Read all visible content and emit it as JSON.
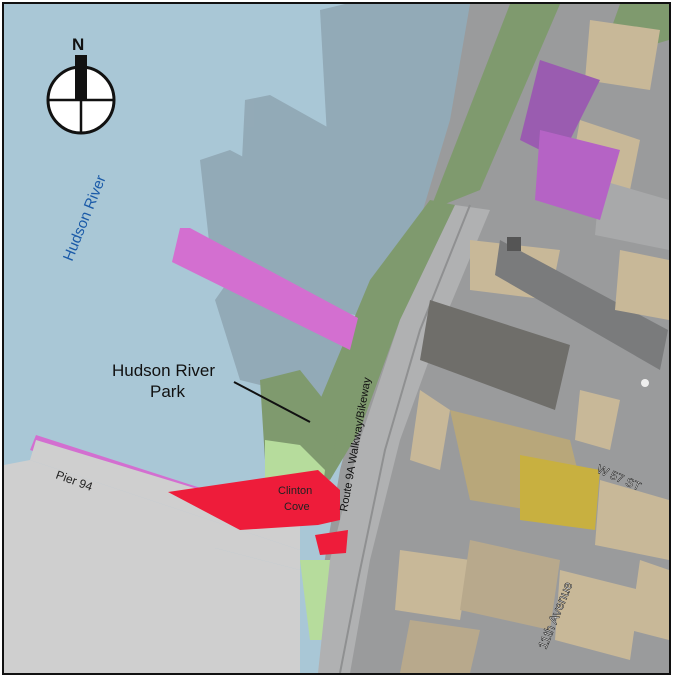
{
  "map": {
    "compass_letter": "N",
    "river_label": "Hudson River",
    "park_label_line1": "Hudson River",
    "park_label_line2": "Park",
    "highway_label": "Route 9A Walkway/Bikeway",
    "pier_label": "Pier 94",
    "cove_label_line1": "Clinton",
    "cove_label_line2": "Cove",
    "street_label": "W 57 ST",
    "avenue_label": "11th Avenue"
  },
  "colors": {
    "water": "#a9c7d6",
    "park_green": "#7f9a6e",
    "light_green": "#b6dc9c",
    "clinton_cove": "#ee1c3a",
    "pier_purple": "#d36fd0",
    "land": "#9a9b9c",
    "building_tan": "#c8b898",
    "river_label_blue": "#1a5aa8"
  }
}
